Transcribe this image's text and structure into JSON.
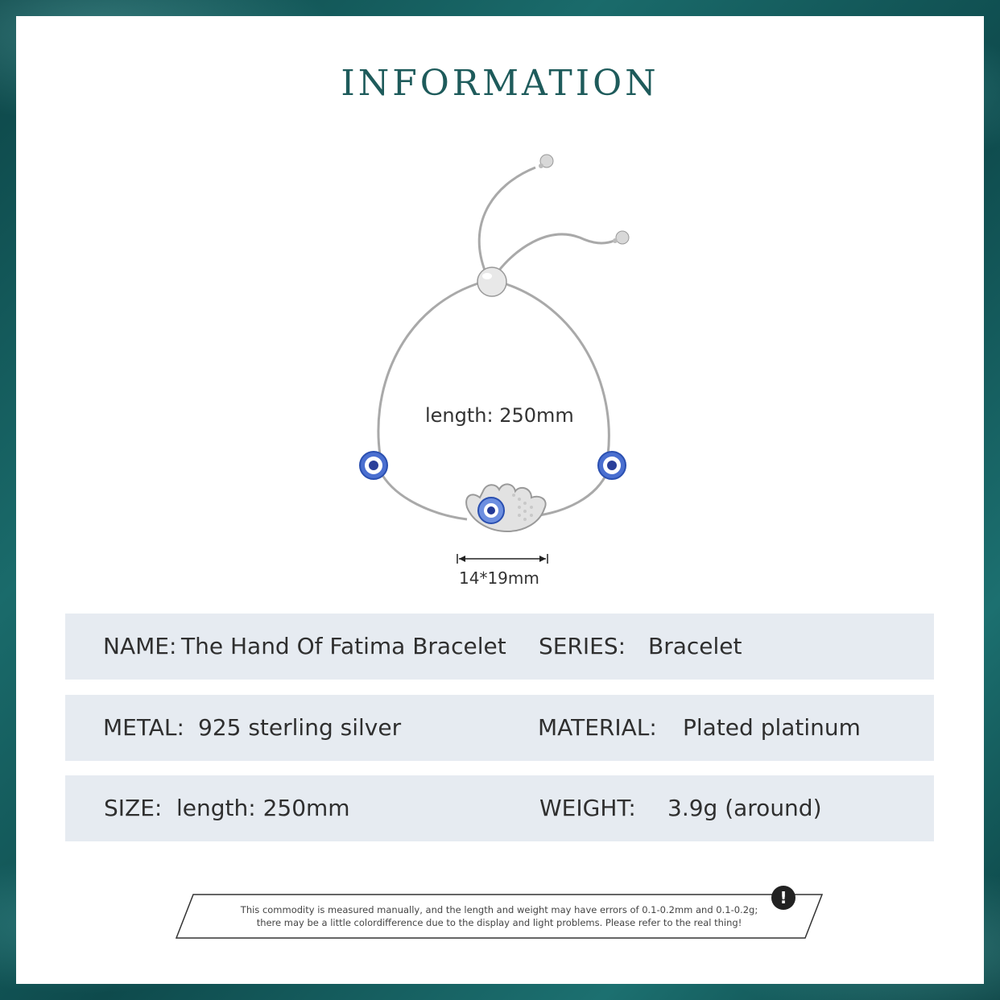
{
  "header": {
    "title": "INFORMATION"
  },
  "product_image": {
    "length_label": "length: 250mm",
    "pendant_size_label": "14*19mm"
  },
  "specs": {
    "name": {
      "label": "NAME:",
      "value": "The Hand Of Fatima Bracelet"
    },
    "series": {
      "label": "SERIES:",
      "value": "Bracelet"
    },
    "metal": {
      "label": "METAL:",
      "value": "925 sterling silver"
    },
    "material": {
      "label": "MATERIAL:",
      "value": "Plated platinum"
    },
    "size": {
      "label": "SIZE:",
      "value": "length: 250mm"
    },
    "weight": {
      "label": "WEIGHT:",
      "value": "3.9g (around)"
    }
  },
  "disclaimer": {
    "line1": "This commodity is measured manually, and the length and weight may have errors of 0.1-0.2mm and 0.1-0.2g;",
    "line2": "there may be a little colordifference due to the display and light problems. Please refer to the real thing!",
    "icon": "exclamation-icon"
  },
  "colors": {
    "title": "#1e5b5b",
    "row_bg": "#e6ebf1",
    "border_teal": "#0f4f50",
    "stone_blue": "#2a4fb0"
  }
}
